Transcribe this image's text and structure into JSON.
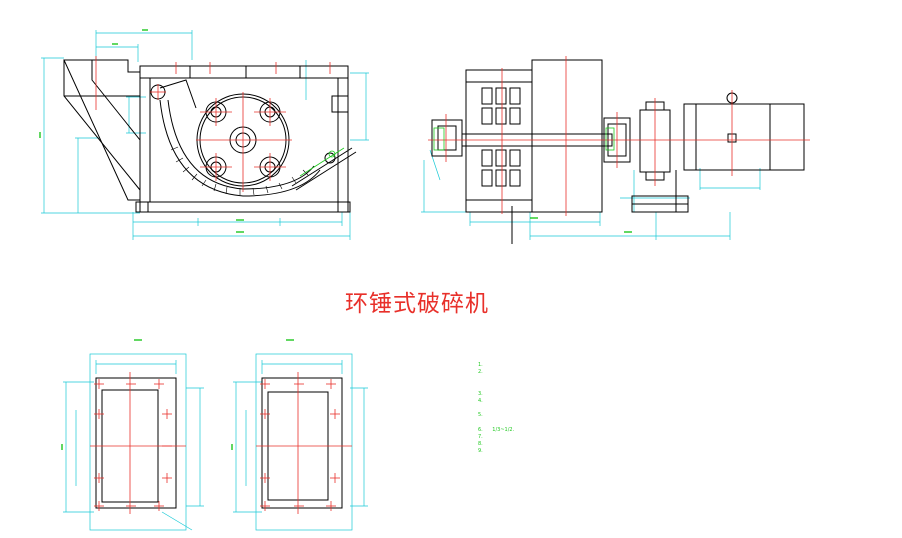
{
  "drawing": {
    "title": "环锤式破碎机",
    "line_colors": {
      "outline": "#000000",
      "centerline": "#e8302a",
      "dimension": "#17c9d6",
      "note_text": "#1ec81e"
    }
  },
  "views": [
    {
      "name": "front-section-view"
    },
    {
      "name": "side-elevation-view"
    },
    {
      "name": "inlet-flange-view"
    },
    {
      "name": "outlet-flange-view"
    }
  ],
  "notes": {
    "heading": "",
    "text": "1. \n2. \n   \n   \n3. \n4. \n   \n5. \n   \n6.      1/3~1/2.\n7. \n8. \n9. \n   "
  }
}
